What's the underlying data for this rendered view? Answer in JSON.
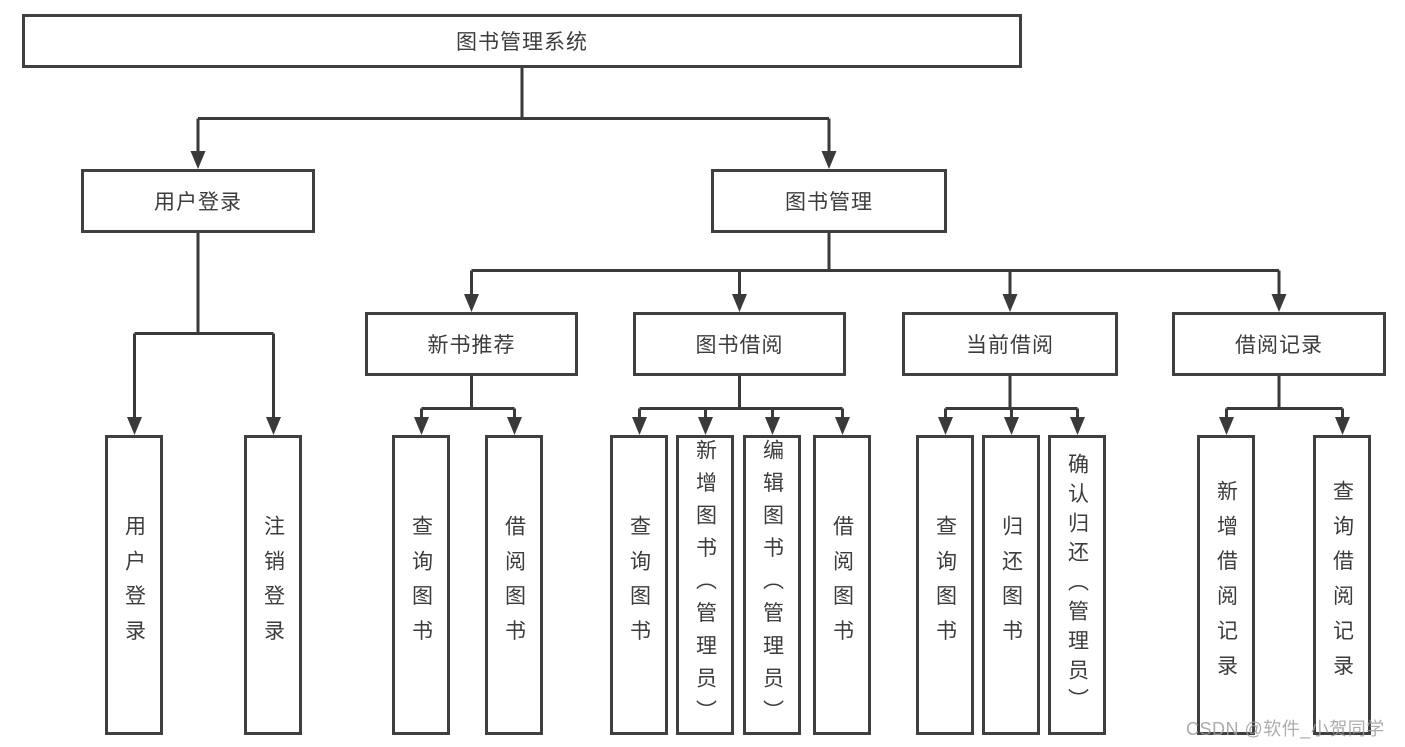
{
  "colors": {
    "background": "#ffffff",
    "line": "#3a3a3a",
    "box_border": "#3f3f3f",
    "text": "#3c3c3c",
    "watermark": "#9e9e9e"
  },
  "nodes": {
    "root": "图书管理系统",
    "user_login": "用户登录",
    "book_mgmt": "图书管理",
    "new_book": "新书推荐",
    "book_borrow": "图书借阅",
    "current_borrow": "当前借阅",
    "borrow_record": "借阅记录",
    "leaf_login": "用户登录",
    "leaf_logout": "注销登录",
    "leaf_nb_query": "查询图书",
    "leaf_nb_borrow": "借阅图书",
    "leaf_bb_query": "查询图书",
    "leaf_bb_add": "新增图书（管理员）",
    "leaf_bb_edit": "编辑图书（管理员）",
    "leaf_bb_borrow": "借阅图书",
    "leaf_cb_query": "查询图书",
    "leaf_cb_return": "归还图书",
    "leaf_cb_confirm": "确认归还（管理员）",
    "leaf_br_add": "新增借阅记录",
    "leaf_br_query": "查询借阅记录"
  },
  "watermark": "CSDN @软件_小贺同学"
}
